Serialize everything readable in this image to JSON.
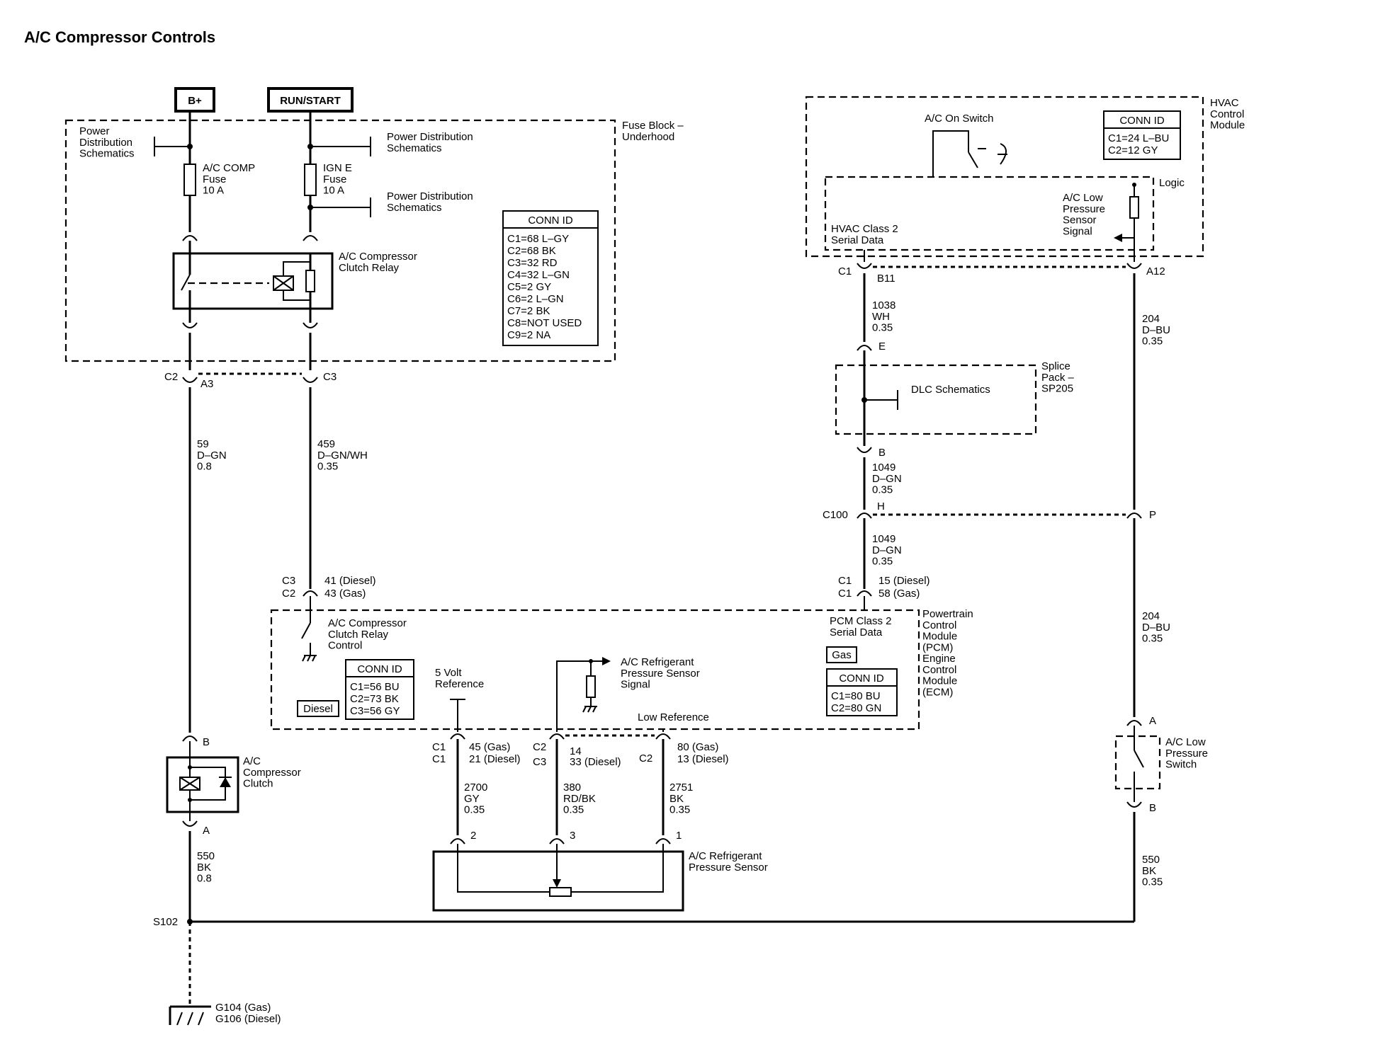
{
  "title": "A/C Compressor Controls",
  "sources": {
    "bplus": "B+",
    "runstart": "RUN/START"
  },
  "fuse_block": {
    "name": "Fuse Block –\nUnderhood",
    "power_dist_left": "Power\nDistribution\nSchematics",
    "power_dist_1": "Power Distribution\nSchematics",
    "power_dist_2": "Power Distribution\nSchematics",
    "fuse_ac": "A/C COMP\nFuse\n10 A",
    "fuse_ign": "IGN E\nFuse\n10 A",
    "relay": "A/C Compressor\nClutch Relay",
    "conn_id": {
      "header": "CONN ID",
      "lines": [
        "C1=68 L–GY",
        "C2=68 BK",
        "C3=32 RD",
        "C4=32 L–GN",
        "C5=2 GY",
        "C6=2 L–GN",
        "C7=2 BK",
        "C8=NOT USED",
        "C9=2 NA"
      ]
    }
  },
  "hvac": {
    "name": "HVAC\nControl\nModule",
    "ac_on_switch": "A/C On Switch",
    "logic": "Logic",
    "class2": "HVAC Class 2\nSerial Data",
    "low_pressure_signal": "A/C Low\nPressure\nSensor\nSignal",
    "conn_id": {
      "header": "CONN ID",
      "lines": [
        "C1=24 L–BU",
        "C2=12 GY"
      ]
    }
  },
  "connectors": {
    "c2": "C2",
    "a3": "A3",
    "c3": "C3",
    "c1_top": "C1",
    "b11": "B11",
    "a12": "A12",
    "e": "E",
    "b": "B",
    "c100": "C100",
    "h": "H",
    "p": "P",
    "pcm_c1a": "C1",
    "pcm_c1b": "C1",
    "pcm_15": "15 (Diesel)",
    "pcm_58": "58 (Gas)",
    "relay_c3": "C3",
    "relay_c2": "C2",
    "relay_41": "41 (Diesel)",
    "relay_43": "43 (Gas)",
    "clutch_b": "B",
    "clutch_a": "A",
    "sw_a": "A",
    "sw_b": "B",
    "ecm_c1a": "C1",
    "ecm_c1b": "C1",
    "ecm_45": "45 (Gas)",
    "ecm_21": "21 (Diesel)",
    "ecm_c2": "C2",
    "ecm_c3": "C3",
    "ecm_14": "14",
    "ecm_33": "33 (Diesel)",
    "ecm_c2b": "C2",
    "ecm_80": "80 (Gas)",
    "ecm_13": "13 (Diesel)",
    "pin2": "2",
    "pin3": "3",
    "pin1": "1"
  },
  "wires": {
    "w59": "59\nD–GN\n0.8",
    "w459": "459\nD–GN/WH\n0.35",
    "w1038": "1038\nWH\n0.35",
    "w1049a": "1049\nD–GN\n0.35",
    "w1049b": "1049\nD–GN\n0.35",
    "w204a": "204\nD–BU\n0.35",
    "w204b": "204\nD–BU\n0.35",
    "w550a": "550\nBK\n0.8",
    "w550b": "550\nBK\n0.35",
    "w2700": "2700\nGY\n0.35",
    "w380": "380\nRD/BK\n0.35",
    "w2751": "2751\nBK\n0.35"
  },
  "splice": {
    "name": "Splice\nPack –\nSP205",
    "dlc": "DLC Schematics"
  },
  "pcm": {
    "name": "Powertrain\nControl\nModule\n(PCM)\nEngine\nControl\nModule\n(ECM)",
    "class2": "PCM Class 2\nSerial Data",
    "relay_control": "A/C Compressor\nClutch Relay\nControl",
    "five_volt": "5 Volt\nReference",
    "pressure_signal": "A/C Refrigerant\nPressure Sensor\nSignal",
    "low_ref": "Low Reference",
    "diesel": "Diesel",
    "gas": "Gas",
    "conn_diesel": {
      "header": "CONN ID",
      "lines": [
        "C1=56 BU",
        "C2=73 BK",
        "C3=56 GY"
      ]
    },
    "conn_gas": {
      "header": "CONN ID",
      "lines": [
        "C1=80 BU",
        "C2=80 GN"
      ]
    }
  },
  "components": {
    "clutch": "A/C\nCompressor\nClutch",
    "low_switch": "A/C Low\nPressure\nSwitch",
    "pressure_sensor": "A/C Refrigerant\nPressure Sensor"
  },
  "grounds": {
    "s102": "S102",
    "ground": "G104 (Gas)\nG106 (Diesel)"
  }
}
